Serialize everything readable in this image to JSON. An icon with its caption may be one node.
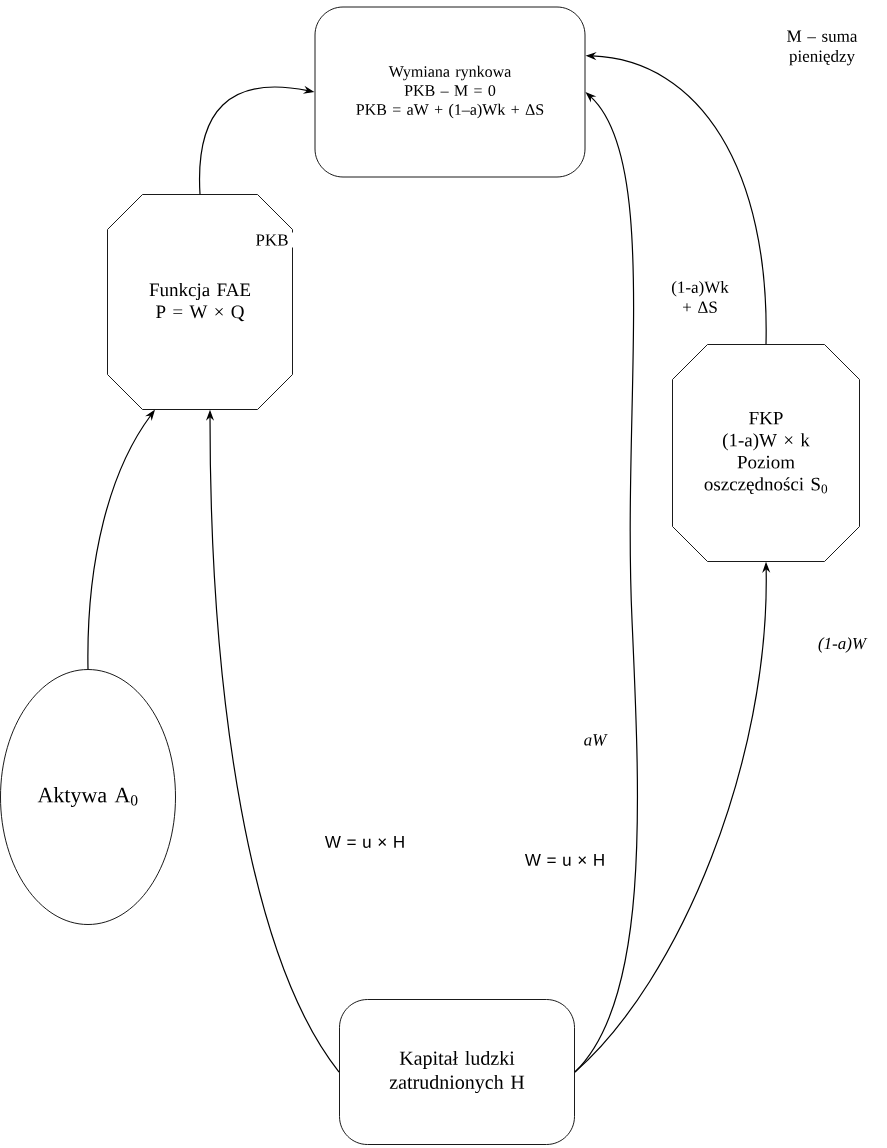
{
  "diagram": {
    "nodes": [
      {
        "text": [
          "Wymiana rynkowa",
          "PKB – M = 0",
          "PKB = aW + (1–a)Wk + ΔS"
        ]
      },
      {
        "text": [
          "Funkcja FAE",
          "P = W × Q"
        ]
      },
      {
        "text": [
          "FKP",
          "(1-a)W × k",
          "Poziom oszczędności S$_{0}$"
        ]
      },
      {
        "text": [
          "Aktywa A$_{0}$"
        ]
      },
      {
        "text": [
          "Kapitał ludzki zatrudnionych H"
        ]
      }
    ],
    "edges": [
      {
        "from": 3,
        "to": 1,
        "arrow": "to"
      },
      {
        "from": 1,
        "to": 0,
        "arrow": "to",
        "label": "PKB"
      },
      {
        "from": 4,
        "to": 1,
        "arrow": "to",
        "label": "W = u × H"
      },
      {
        "from": 4,
        "to": 0,
        "arrow": "to",
        "label": "aW"
      },
      {
        "from": 4,
        "to": 2,
        "arrow": "to",
        "label": "(1-a)W"
      },
      {
        "from": 2,
        "to": 0,
        "arrow": "to",
        "label": "(1-a)Wk + ΔS"
      }
    ],
    "labels": [
      "M – suma pieniędzy",
      "W = u × H"
    ]
  }
}
